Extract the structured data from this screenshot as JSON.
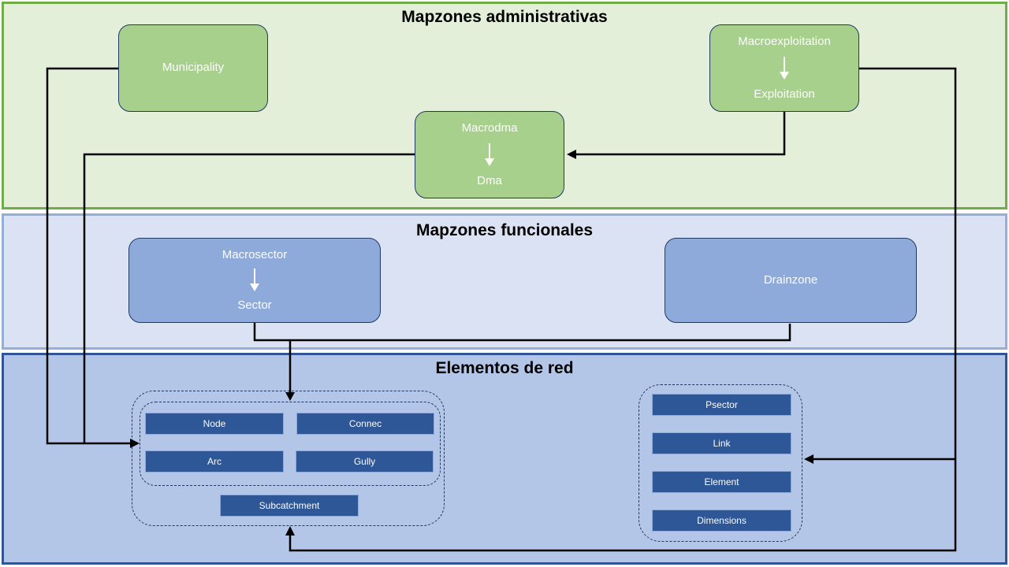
{
  "colors": {
    "admin_band_fill": "#E3EFD9",
    "admin_band_border": "#71AC48",
    "func_band_fill": "#DAE2F3",
    "func_band_border": "#94AFD6",
    "net_band_fill": "#B4C6E7",
    "net_band_border": "#2F5596",
    "green_box_fill": "#A8D08D",
    "blue_box_fill": "#8EAADB",
    "box_border": "#1F3864",
    "button_fill": "#2E5797",
    "button_border": "#8EA9DB",
    "connector": "#000000",
    "label_text": "#FCFCFC",
    "title_text": "#000000"
  },
  "bands": {
    "administrative": {
      "title": "Mapzones administrativas"
    },
    "functional": {
      "title": "Mapzones funcionales"
    },
    "network": {
      "title": "Elementos de red"
    }
  },
  "nodes": {
    "municipality": {
      "label": "Municipality"
    },
    "macroexploitation": {
      "top": "Macroexploitation",
      "bottom": "Exploitation"
    },
    "macrodma": {
      "top": "Macrodma",
      "bottom": "Dma"
    },
    "macrosector": {
      "top": "Macrosector",
      "bottom": "Sector"
    },
    "drainzone": {
      "label": "Drainzone"
    }
  },
  "network_elements": {
    "left_group": [
      "Node",
      "Connec",
      "Arc",
      "Gully",
      "Subcatchment"
    ],
    "right_group": [
      "Psector",
      "Link",
      "Element",
      "Dimensions"
    ]
  }
}
